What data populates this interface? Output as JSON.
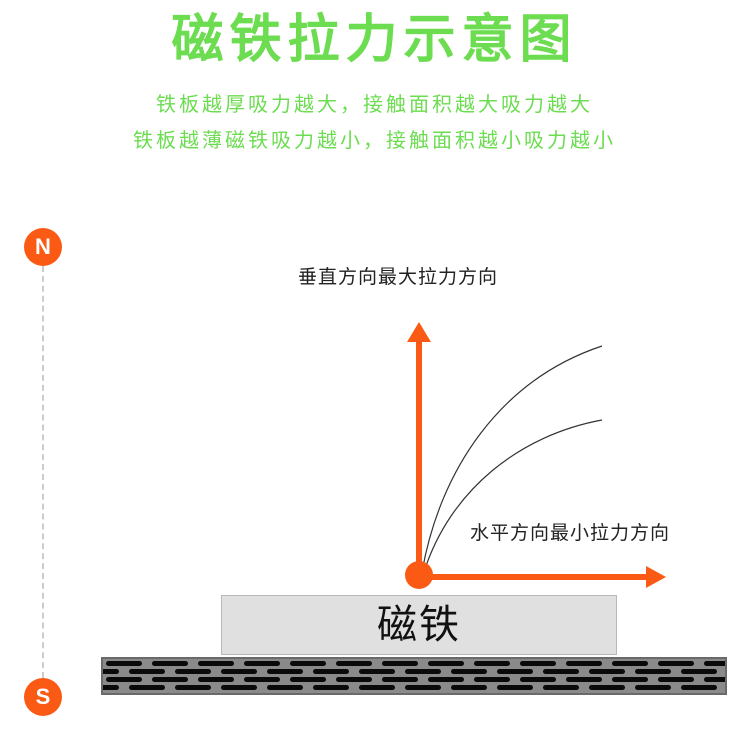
{
  "title": "磁铁拉力示意图",
  "subtitle": {
    "line1": "铁板越厚吸力越大，接触面积越大吸力越大",
    "line2": "铁板越薄磁铁吸力越小，接触面积越小吸力越小"
  },
  "poles": {
    "north": "N",
    "south": "S"
  },
  "labels": {
    "vertical": "垂直方向最大拉力方向",
    "horizontal": "水平方向最小拉力方向",
    "magnet": "磁铁"
  },
  "colors": {
    "title_green": "#6cdc50",
    "arrow_orange": "#fa5a14",
    "magnet_gray": "#e0e0e0",
    "plate_dark": "#555555"
  }
}
